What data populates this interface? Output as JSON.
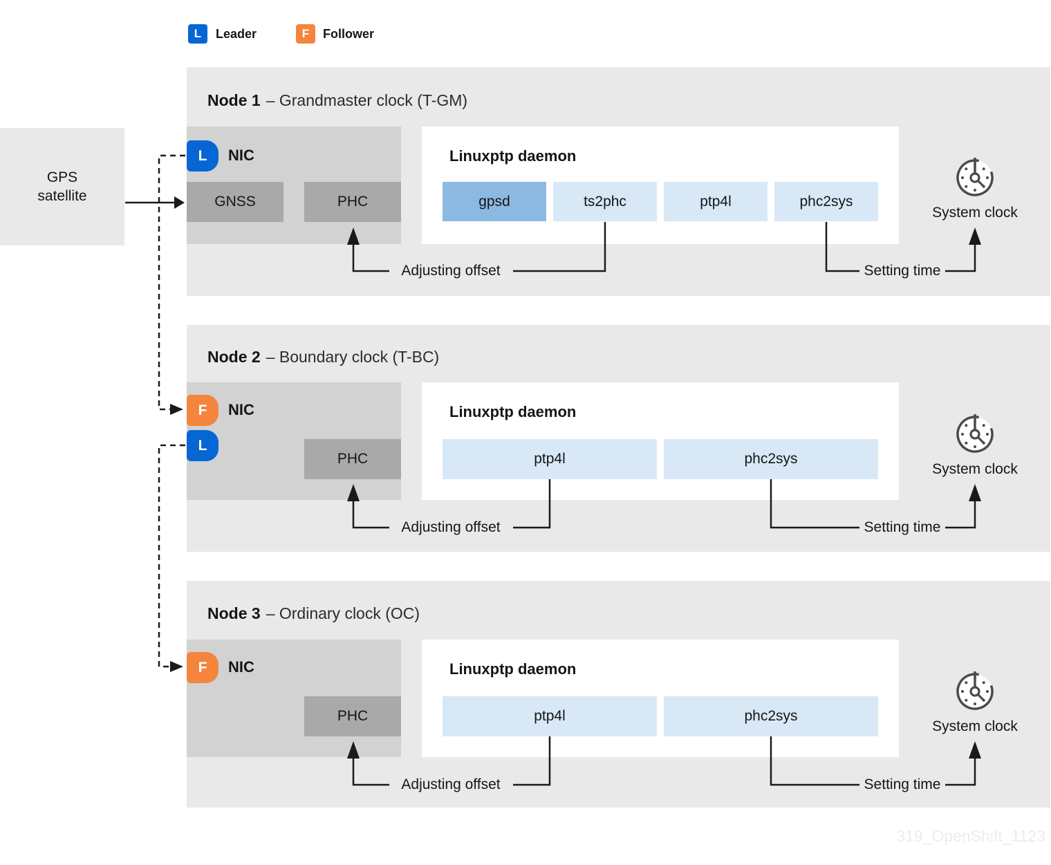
{
  "legend": {
    "leader": {
      "letter": "L",
      "label": "Leader",
      "color": "#0666d4"
    },
    "follower": {
      "letter": "F",
      "label": "Follower",
      "color": "#f5853d"
    }
  },
  "gps": {
    "line1": "GPS",
    "line2": "satellite"
  },
  "nodes": [
    {
      "title_bold": "Node 1",
      "title_rest": "– Grandmaster clock (T-GM)",
      "nic_label": "NIC",
      "badges": [
        {
          "letter": "L",
          "type": "leader"
        }
      ],
      "nic_components": [
        {
          "label": "GNSS"
        },
        {
          "label": "PHC"
        }
      ],
      "daemon_title": "Linuxptp daemon",
      "daemon_components": [
        {
          "label": "gpsd",
          "variant": "solid"
        },
        {
          "label": "ts2phc"
        },
        {
          "label": "ptp4l"
        },
        {
          "label": "phc2sys"
        }
      ],
      "system_clock_label": "System clock",
      "system_clock_icon": "clock-icon",
      "adjusting_offset_label": "Adjusting offset",
      "setting_time_label": "Setting time"
    },
    {
      "title_bold": "Node 2",
      "title_rest": "– Boundary clock (T-BC)",
      "nic_label": "NIC",
      "badges": [
        {
          "letter": "F",
          "type": "follower"
        },
        {
          "letter": "L",
          "type": "leader"
        }
      ],
      "nic_components": [
        {
          "label": "PHC"
        }
      ],
      "daemon_title": "Linuxptp daemon",
      "daemon_components": [
        {
          "label": "ptp4l"
        },
        {
          "label": "phc2sys"
        }
      ],
      "system_clock_label": "System clock",
      "system_clock_icon": "clock-icon",
      "adjusting_offset_label": "Adjusting offset",
      "setting_time_label": "Setting time"
    },
    {
      "title_bold": "Node 3",
      "title_rest": "– Ordinary clock (OC)",
      "nic_label": "NIC",
      "badges": [
        {
          "letter": "F",
          "type": "follower"
        }
      ],
      "nic_components": [
        {
          "label": "PHC"
        }
      ],
      "daemon_title": "Linuxptp daemon",
      "daemon_components": [
        {
          "label": "ptp4l"
        },
        {
          "label": "phc2sys"
        }
      ],
      "system_clock_label": "System clock",
      "system_clock_icon": "clock-icon",
      "adjusting_offset_label": "Adjusting offset",
      "setting_time_label": "Setting time"
    }
  ],
  "colors": {
    "panel": "#e9e9e9",
    "nic_box": "#d2d2d2",
    "hardware_box": "#a9a9a9",
    "daemon_box": "#ffffff",
    "component_light_blue": "#d8e8f6",
    "component_solid_blue": "#8cb9e2",
    "leader_blue": "#0666d4",
    "follower_orange": "#f5853d",
    "line": "#1a1a1a"
  },
  "watermark": "319_OpenShift_1123"
}
